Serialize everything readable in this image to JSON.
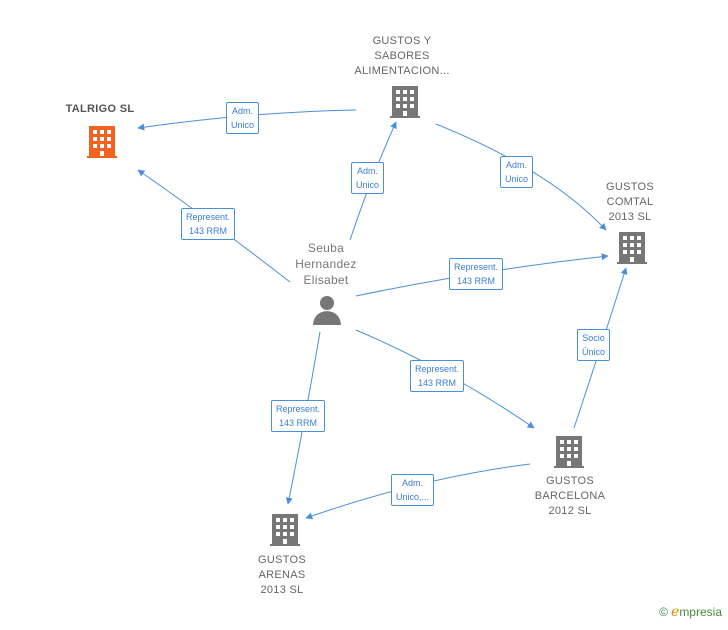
{
  "colors": {
    "edge": "#4a90d9",
    "company": "#777777",
    "focus_company": "#f26322",
    "person": "#777777"
  },
  "nodes": {
    "talrigo": {
      "label": "TALRIGO SL",
      "icon": "building-icon"
    },
    "gustos_sabores": {
      "label": "GUSTOS Y\nSABORES\nALIMENTACION...",
      "icon": "building-icon"
    },
    "gustos_comtal": {
      "label": "GUSTOS\nCOMTAL\n2013 SL",
      "icon": "building-icon"
    },
    "person": {
      "label": "Seuba\nHernandez\nElisabet",
      "icon": "person-icon"
    },
    "gustos_barcelona": {
      "label": "GUSTOS\nBARCELONA\n2012 SL",
      "icon": "building-icon"
    },
    "gustos_arenas": {
      "label": "GUSTOS\nARENAS\n2013  SL",
      "icon": "building-icon"
    }
  },
  "edges": {
    "sabores_talrigo": "Adm.\nUnico",
    "person_sabores": "Adm.\nUnico",
    "sabores_comtal": "Adm.\nUnico",
    "person_talrigo": "Represent.\n143 RRM",
    "person_comtal": "Represent.\n143 RRM",
    "person_barcelona": "Represent.\n143 RRM",
    "barcelona_comtal": "Socio\nÚnico",
    "person_arenas": "Represent.\n143 RRM",
    "barcelona_arenas": "Adm.\nUnico,..."
  },
  "brand": {
    "copyright": "©",
    "name": "mpresia",
    "initial": "e"
  }
}
